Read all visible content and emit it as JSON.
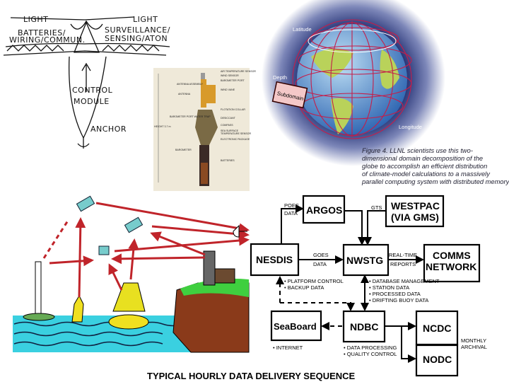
{
  "sketch": {
    "light_left": "LIGHT",
    "light_right": "LIGHT",
    "left_label_1": "BATTERIES/",
    "left_label_2": "WIRING/COMMUN.",
    "right_label_1": "SURVEILLANCE/",
    "right_label_2": "SENSING/ATON",
    "control_1": "CONTROL",
    "control_2": "MODULE",
    "anchor": "ANCHOR"
  },
  "buoy_photo": {
    "labels": [
      "AIR TEMPERATURE SENSOR",
      "WIND SENSOR",
      "BAROMETER PORT",
      "ANTENNA ASSEMBLY",
      "WIND VANE",
      "ANTENNA",
      "FLOTATION COLLAR",
      "BAROMETER PORT WATER TRAP",
      "DESICCANT",
      "COMPASS",
      "SEA SURFACE",
      "TEMPERATURE SENSOR",
      "ELECTRONIC PACKAGE",
      "BAROMETER",
      "BATTERIES"
    ],
    "height_label": "HEIGHT 3.7 m"
  },
  "globe": {
    "latitude": "Latitude",
    "longitude": "Longitude",
    "depth": "Depth",
    "subdomain": "Subdomain",
    "caption": [
      "Figure 4. LLNL scientists use this two-",
      "dimensional domain decomposition of the",
      "globe to accomplish an efficient distribution",
      "of climate-model calculations to a massively",
      "parallel computing system with distributed memory."
    ]
  },
  "flow": {
    "nesdis": "NESDIS",
    "argos": "ARGOS",
    "westpac_1": "WESTPAC",
    "westpac_2": "(VIA GMS)",
    "nwstg": "NWSTG",
    "comms_1": "COMMS",
    "comms_2": "NETWORK",
    "seaboard": "SeaBoard",
    "ndbc": "NDBC",
    "ncdc": "NCDC",
    "nodc": "NODC",
    "poes_1": "POES",
    "poes_2": "DATA",
    "gts": "GTS",
    "goes_1": "GOES",
    "goes_2": "DATA",
    "rt_1": "REAL-TIME",
    "rt_2": "REPORTS",
    "nesdis_notes": [
      "• PLATFORM CONTROL",
      "• BACKUP DATA"
    ],
    "nwstg_notes": [
      "• DATABASE MANAGEMENT",
      "• STATION DATA",
      "• PROCESSED DATA",
      "• DRIFTING BUOY DATA"
    ],
    "seaboard_notes": [
      "• INTERNET"
    ],
    "ndbc_notes": [
      "• DATA PROCESSING",
      "• QUALITY CONTROL"
    ],
    "archival_1": "MONTHLY",
    "archival_2": "ARCHIVAL",
    "title": "TYPICAL HOURLY DATA DELIVERY SEQUENCE"
  }
}
